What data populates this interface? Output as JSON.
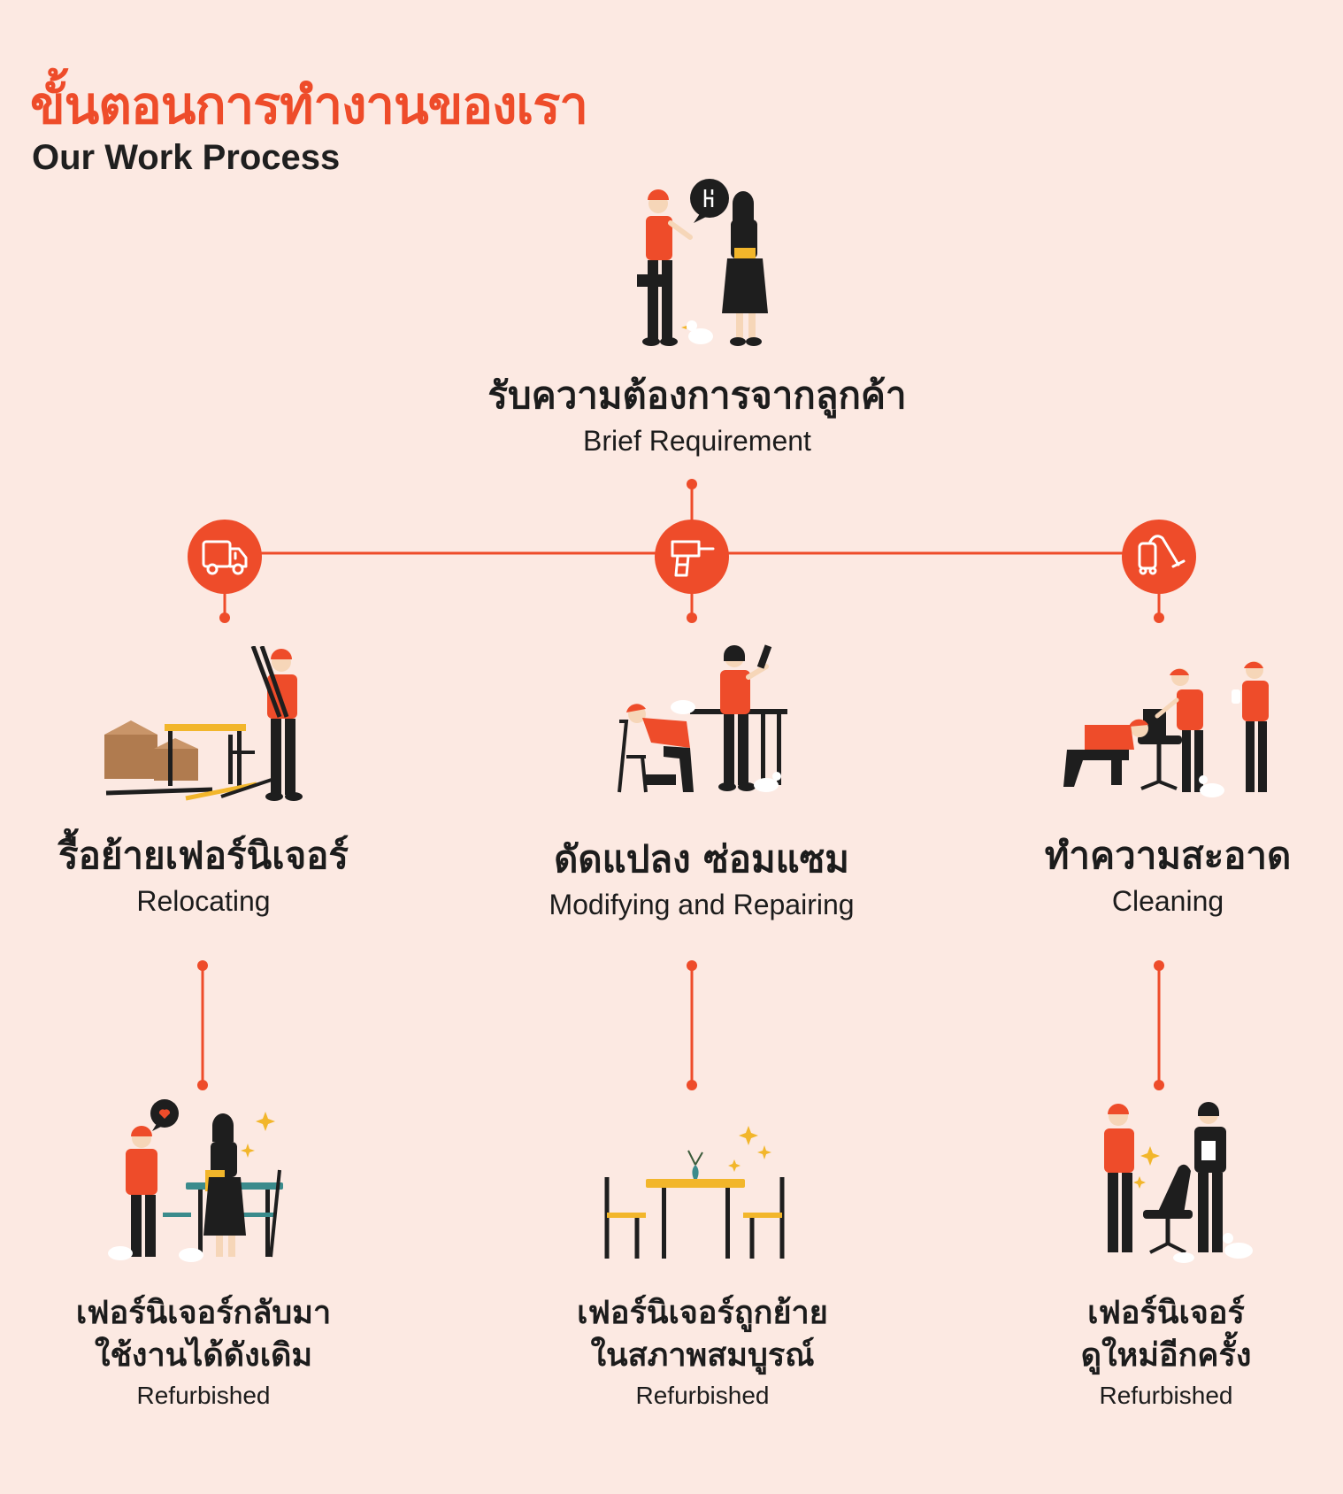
{
  "header": {
    "title_th": "ขั้นตอนการทำงานของเรา",
    "title_en": "Our Work Process"
  },
  "colors": {
    "accent": "#ee4c2a",
    "background": "#fce9e2",
    "text": "#1c1c1c",
    "yellow": "#f2b62b",
    "dark": "#1e1e1e"
  },
  "root": {
    "label_th": "รับความต้องการจากลูกค้า",
    "label_en": "Brief Requirement",
    "illustration": "worker-talking-with-customer"
  },
  "steps": [
    {
      "label_th": "รื้อย้ายเฟอร์นิเจอร์",
      "label_en": "Relocating",
      "icon": "moving-truck-icon",
      "illustration": "worker-with-boxes-and-table"
    },
    {
      "label_th": "ดัดแปลง ซ่อมแซม",
      "label_en": "Modifying and Repairing",
      "icon": "power-drill-icon",
      "illustration": "workers-repairing-furniture"
    },
    {
      "label_th": "ทำความสะอาด",
      "label_en": "Cleaning",
      "icon": "vacuum-cleaner-icon",
      "illustration": "workers-cleaning-chair"
    }
  ],
  "outcomes": [
    {
      "line1_th": "เฟอร์นิเจอร์กลับมา",
      "line2_th": "ใช้งานได้ดังเดิม",
      "label_en": "Refurbished",
      "illustration": "customer-happy-with-table-set"
    },
    {
      "line1_th": "เฟอร์นิเจอร์ถูกย้าย",
      "line2_th": "ในสภาพสมบูรณ์",
      "label_en": "Refurbished",
      "illustration": "table-and-chairs-sparkling"
    },
    {
      "line1_th": "เฟอร์นิเจอร์",
      "line2_th": "ดูใหม่อีกครั้ง",
      "label_en": "Refurbished",
      "illustration": "workers-with-renewed-office-chair"
    }
  ]
}
